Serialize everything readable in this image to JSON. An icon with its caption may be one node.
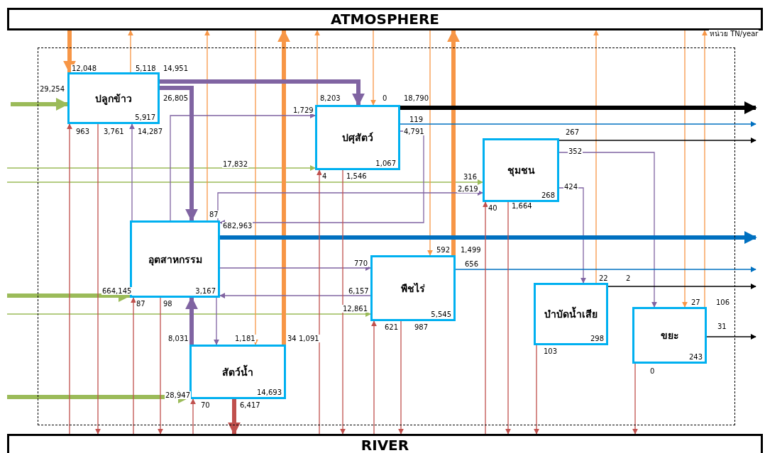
{
  "diagram": {
    "nodes": [
      {
        "text": [
          "ATMOSPHERE"
        ]
      },
      {
        "text": [],
        "shape": "box"
      },
      {
        "text": [
          "ปลูกข้าว",
          "5,917"
        ],
        "in": 1
      },
      {
        "text": [
          "ปศุสัตว์",
          "1,067"
        ],
        "in": 1
      },
      {
        "text": [
          "ชุมชน",
          "268"
        ],
        "in": 1
      },
      {
        "text": [
          "อุตสาหกรรม",
          "3,167"
        ],
        "in": 1
      },
      {
        "text": [
          "พืชไร่",
          "5,545"
        ],
        "in": 1
      },
      {
        "text": [
          "บำบัดน้ำเสีย",
          "298"
        ],
        "in": 1
      },
      {
        "text": [
          "ขยะ",
          "243"
        ],
        "in": 1
      },
      {
        "text": [
          "สัตว์น้ำ",
          "14,693"
        ],
        "in": 1
      },
      {
        "text": [
          "RIVER"
        ]
      }
    ],
    "edges": [
      {
        "from": null,
        "to": 2,
        "arrow": "to",
        "label": "29,254",
        "style": "thick",
        "color": "#9bbb59"
      },
      {
        "from": null,
        "to": 3,
        "arrow": "to",
        "label": "17,832",
        "color": "#9bbb59"
      },
      {
        "from": null,
        "to": 4,
        "arrow": "to",
        "label": "316",
        "color": "#9bbb59"
      },
      {
        "from": null,
        "to": 5,
        "arrow": "to",
        "label": "664,145",
        "style": "thick",
        "color": "#9bbb59"
      },
      {
        "from": null,
        "to": 6,
        "arrow": "to",
        "label": "12,861",
        "color": "#9bbb59"
      },
      {
        "from": null,
        "to": 9,
        "arrow": "to",
        "label": "28,947",
        "style": "thick",
        "color": "#9bbb59"
      },
      {
        "from": 0,
        "to": 2,
        "arrow": "to",
        "label": "12,048",
        "style": "thick",
        "color": "#f79646"
      },
      {
        "from": 2,
        "to": 0,
        "arrow": "to",
        "label": "5,118",
        "color": "#f79646"
      },
      {
        "from": 3,
        "to": 0,
        "arrow": "to",
        "label": "8,203",
        "color": "#f79646"
      },
      {
        "from": 0,
        "to": 3,
        "arrow": "to",
        "label": "0",
        "color": "#f79646"
      },
      {
        "from": 5,
        "to": 0,
        "arrow": "to",
        "label": "87",
        "color": "#f79646"
      },
      {
        "from": 0,
        "to": 6,
        "arrow": "to",
        "label": "592",
        "color": "#f79646"
      },
      {
        "from": 6,
        "to": 0,
        "arrow": "to",
        "label": "1,499",
        "style": "thick",
        "color": "#f79646"
      },
      {
        "from": 0,
        "to": 9,
        "arrow": "to",
        "label": "1,181",
        "color": "#f79646"
      },
      {
        "from": 9,
        "to": 0,
        "arrow": "to",
        "label": "34",
        "style": "thick",
        "color": "#f79646"
      },
      {
        "from": 7,
        "to": 0,
        "arrow": "to",
        "label": "22",
        "color": "#f79646"
      },
      {
        "from": 0,
        "to": 8,
        "arrow": "to",
        "label": "27",
        "color": "#f79646"
      },
      {
        "from": 8,
        "to": 0,
        "arrow": "to",
        "label": "106",
        "color": "#f79646"
      },
      {
        "from": 2,
        "to": 3,
        "arrow": "to",
        "label": "14,951",
        "style": "thick",
        "color": "#8064a2"
      },
      {
        "from": 2,
        "to": 5,
        "arrow": "to",
        "label": "26,805",
        "style": "thick",
        "color": "#8064a2"
      },
      {
        "from": 5,
        "to": 2,
        "arrow": "to",
        "label": "14,287",
        "color": "#8064a2"
      },
      {
        "from": 5,
        "to": 3,
        "arrow": "to",
        "label": "1,729",
        "color": "#8064a2"
      },
      {
        "from": 5,
        "to": 4,
        "arrow": "to",
        "label": "2,619",
        "color": "#8064a2"
      },
      {
        "from": 3,
        "to": 5,
        "arrow": "to",
        "label": "4,791",
        "color": "#8064a2"
      },
      {
        "from": 5,
        "to": 6,
        "arrow": "to",
        "label": "770",
        "color": "#8064a2"
      },
      {
        "from": 6,
        "to": 5,
        "arrow": "to",
        "label": "6,157",
        "color": "#8064a2"
      },
      {
        "from": 9,
        "to": 5,
        "arrow": "to",
        "label": "8,031",
        "style": "thick",
        "color": "#8064a2"
      },
      {
        "from": 5,
        "to": 9,
        "arrow": "to",
        "color": "#8064a2"
      },
      {
        "from": 4,
        "to": 7,
        "arrow": "to",
        "label": "424",
        "color": "#8064a2"
      },
      {
        "from": 4,
        "to": 8,
        "arrow": "to",
        "label": "352",
        "color": "#8064a2"
      },
      {
        "from": 3,
        "to": null,
        "arrow": "to",
        "label": "18,790",
        "style": "thick",
        "color": "#000000"
      },
      {
        "from": 3,
        "to": null,
        "arrow": "to",
        "label": "119",
        "color": "#0070c0"
      },
      {
        "from": 4,
        "to": null,
        "arrow": "to",
        "label": "267",
        "color": "#000000"
      },
      {
        "from": 5,
        "to": null,
        "arrow": "to",
        "label": "682,963",
        "style": "thick",
        "color": "#0070c0"
      },
      {
        "from": 6,
        "to": null,
        "arrow": "to",
        "label": "656",
        "color": "#0070c0"
      },
      {
        "from": 7,
        "to": null,
        "arrow": "to",
        "label": "2",
        "color": "#000000"
      },
      {
        "from": 8,
        "to": null,
        "arrow": "to",
        "label": "31",
        "color": "#000000"
      },
      {
        "from": 10,
        "to": 2,
        "arrow": "to",
        "label": "963"
      },
      {
        "from": 2,
        "to": 10,
        "arrow": "to",
        "label": "3,761"
      },
      {
        "from": 10,
        "to": 5,
        "arrow": "to",
        "label": "87"
      },
      {
        "from": 5,
        "to": 10,
        "arrow": "to",
        "label": "98"
      },
      {
        "from": 10,
        "to": 9,
        "arrow": "to",
        "label": "70"
      },
      {
        "from": 9,
        "to": 10,
        "arrow": "to",
        "label": "6,417",
        "style": "thick"
      },
      {
        "from": 10,
        "to": 3,
        "arrow": "to",
        "label": "4"
      },
      {
        "from": 3,
        "to": 10,
        "arrow": "to",
        "label": "1,546"
      },
      {
        "from": 10,
        "to": 4,
        "arrow": "to",
        "label": "40"
      },
      {
        "from": 4,
        "to": 10,
        "arrow": "to",
        "label": "1,664"
      },
      {
        "from": 10,
        "to": 6,
        "arrow": "to",
        "label": "621"
      },
      {
        "from": 6,
        "to": 10,
        "arrow": "to",
        "label": "987"
      },
      {
        "from": 7,
        "to": 10,
        "arrow": "to",
        "label": "103"
      },
      {
        "from": 8,
        "to": 10,
        "arrow": "to",
        "label": "0"
      }
    ],
    "labels": [
      "หน่วย  TN/year",
      "1,091"
    ]
  }
}
